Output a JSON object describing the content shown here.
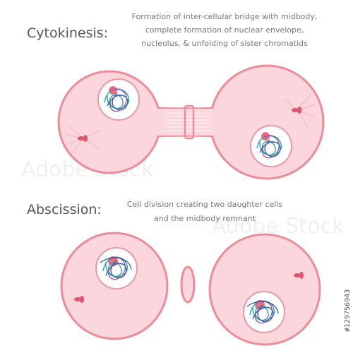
{
  "stages": [
    {
      "label": "Cytokinesis:",
      "description_lines": [
        "Formation of inter-cellular bridge with midbody,",
        "complete formation of nuclear envelope,",
        "nucleolus, & unfolding of sister chromatids"
      ]
    },
    {
      "label": "Abscission:",
      "description_lines": [
        "Cell division creating two daughter cells",
        "and the  midbody remnant"
      ]
    }
  ],
  "watermark": "Adobe Stock",
  "stock_id": "#129756943",
  "colors": {
    "cell_fill": "#fbd6dd",
    "cell_outline": "#ec8c97",
    "nucleus_fill": "#ffffff",
    "nucleus_outline": "#e89aa4",
    "nucleolus": "#ef6b82",
    "chromatin_teal": "#2fa8a0",
    "chromatin_blue": "#3a5aa8",
    "chromatin_purple": "#8a5cb0",
    "centrosome": "#e2546c"
  }
}
